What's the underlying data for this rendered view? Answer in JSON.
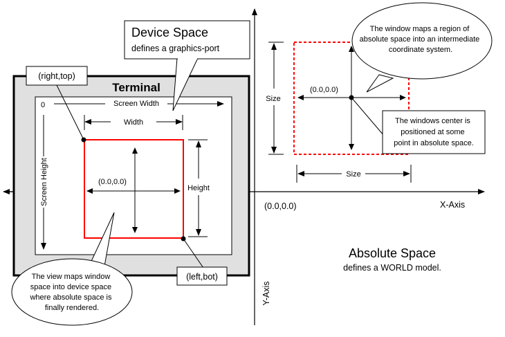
{
  "colors": {
    "terminal_fill": "#e0e0e0",
    "window_outline": "#ff0000",
    "line": "#000000",
    "background": "#ffffff"
  },
  "terminal": {
    "title": "Terminal",
    "screen_width": "Screen Width",
    "screen_height": "Screen Height",
    "origin": "0",
    "width": "Width",
    "height": "Height",
    "view_origin": "(0.0,0.0)"
  },
  "device_space": {
    "title": "Device Space",
    "subtitle": "defines a graphics-port"
  },
  "callouts": {
    "right_top": "(right,top)",
    "left_bot": "(left,bot)",
    "view_maps": [
      "The view maps window",
      "space into device space",
      "where absolute space is",
      "finally rendered."
    ],
    "window_maps": [
      "The window maps a region of",
      "absolute space into an intermediate",
      "coordinate system."
    ],
    "window_center": [
      "The windows center is",
      "positioned at some",
      "point in absolute space."
    ]
  },
  "absolute_space": {
    "origin": "(0.0,0.0)",
    "x_axis": "X-Axis",
    "y_axis": "Y-Axis",
    "size_vertical": "Size",
    "size_horizontal": "Size",
    "window_origin": "(0.0,0.0)",
    "title": "Absolute Space",
    "subtitle": "defines a WORLD model."
  }
}
